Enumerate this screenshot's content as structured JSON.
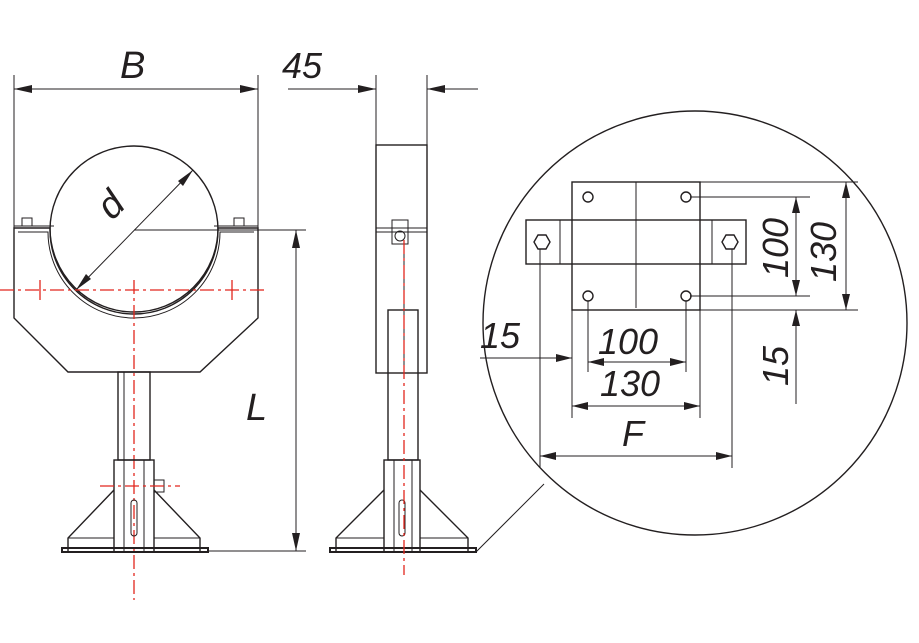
{
  "labels": {
    "width_B": "B",
    "thickness_45": "45",
    "diameter_d": "d",
    "height_L": "L",
    "plate_100_v": "100",
    "plate_130_v": "130",
    "offset_15_left": "15",
    "plate_100_h": "100",
    "plate_130_h": "130",
    "offset_15_right": "15",
    "width_F": "F"
  },
  "colors": {
    "line": "#231f20",
    "centerline": "#e2261d"
  }
}
